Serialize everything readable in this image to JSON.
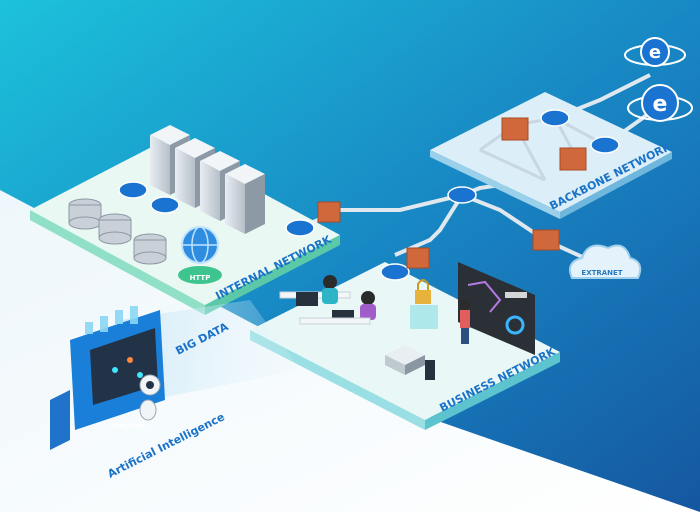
{
  "labels": {
    "internal_network": "INTERNAL NETWORK",
    "backbone_network": "BACKBONE NETWORK",
    "business_network": "BUSINESS NETWORK",
    "extranet": "EXTRANET",
    "big_data": "BIG DATA",
    "artificial_intelligence": "Artificial Intelligence",
    "http": "HTTP",
    "machine": "Machine"
  },
  "icons": [
    "server-rack-icon",
    "database-icon",
    "router-icon",
    "firewall-icon",
    "http-globe-icon",
    "internet-explorer-icon",
    "cloud-icon",
    "printer-icon",
    "robot-icon",
    "workstation-icon",
    "presentation-board-icon",
    "lock-icon"
  ],
  "colors": {
    "bg_gradient_top": "#1ab7d6",
    "bg_gradient_bottom": "#1762a8",
    "accent_cyan": "#41d0e4",
    "router_blue": "#1a73d1",
    "firewall_brick": "#d0683c",
    "platform_green": "#8ee0c5",
    "label_blue": "#1b6fb3"
  }
}
